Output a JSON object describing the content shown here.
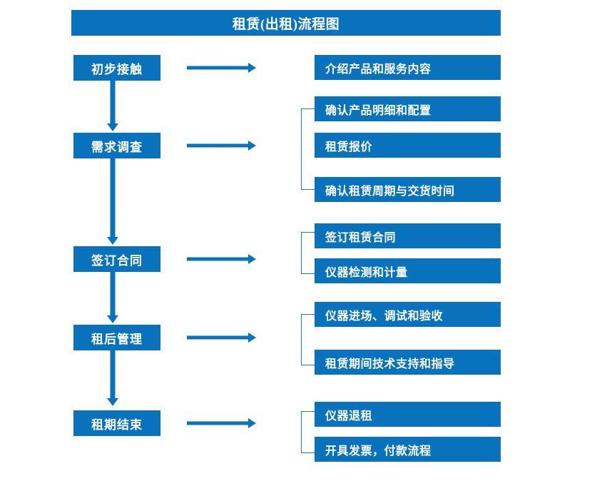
{
  "diagram": {
    "title": "租赁(出租)流程图",
    "accent_color": "#0873bc",
    "bracket_color": "#2e75b6",
    "arrow_color": "#0873bc",
    "stages": [
      {
        "label": "初步接触",
        "details": [
          "介绍产品和服务内容"
        ],
        "has_bracket": false
      },
      {
        "label": "需求调查",
        "details": [
          "确认产品明细和配置",
          "租赁报价",
          "确认租赁周期与交货时间"
        ],
        "has_bracket": true
      },
      {
        "label": "签订合同",
        "details": [
          "签订租赁合同",
          "仪器检测和计量"
        ],
        "has_bracket": true
      },
      {
        "label": "租后管理",
        "details": [
          "仪器进场、调试和验收",
          "租赁期间技术支持和指导"
        ],
        "has_bracket": true
      },
      {
        "label": "租期结束",
        "details": [
          "仪器退租",
          "开具发票，付款流程"
        ],
        "has_bracket": true
      }
    ]
  }
}
